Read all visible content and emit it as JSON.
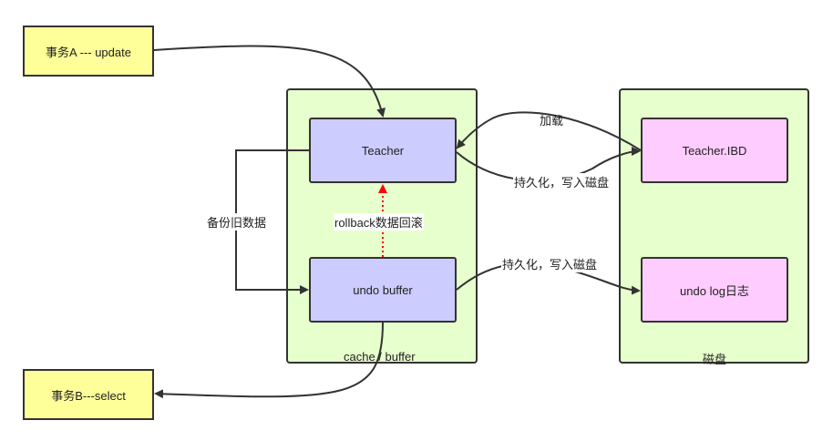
{
  "nodes": {
    "tx_a": "事务A --- update",
    "tx_b": "事务B---select",
    "teacher": "Teacher",
    "undo_buffer": "undo buffer",
    "teacher_ibd": "Teacher.IBD",
    "undo_log": "undo log日志"
  },
  "containers": {
    "cache_buffer": "cache / buffer",
    "disk": "磁盘"
  },
  "edge_labels": {
    "load": "加载",
    "persist_teacher": "持久化，写入磁盘",
    "persist_undo": "持久化，写入磁盘",
    "backup_old": "备份旧数据",
    "rollback": "rollback数据回滚"
  },
  "colors": {
    "transaction_fill": "#ffff99",
    "container_fill": "#e6ffcc",
    "memory_node_fill": "#ccccff",
    "disk_node_fill": "#ffccff",
    "rollback_arrow": "#ff0000"
  }
}
